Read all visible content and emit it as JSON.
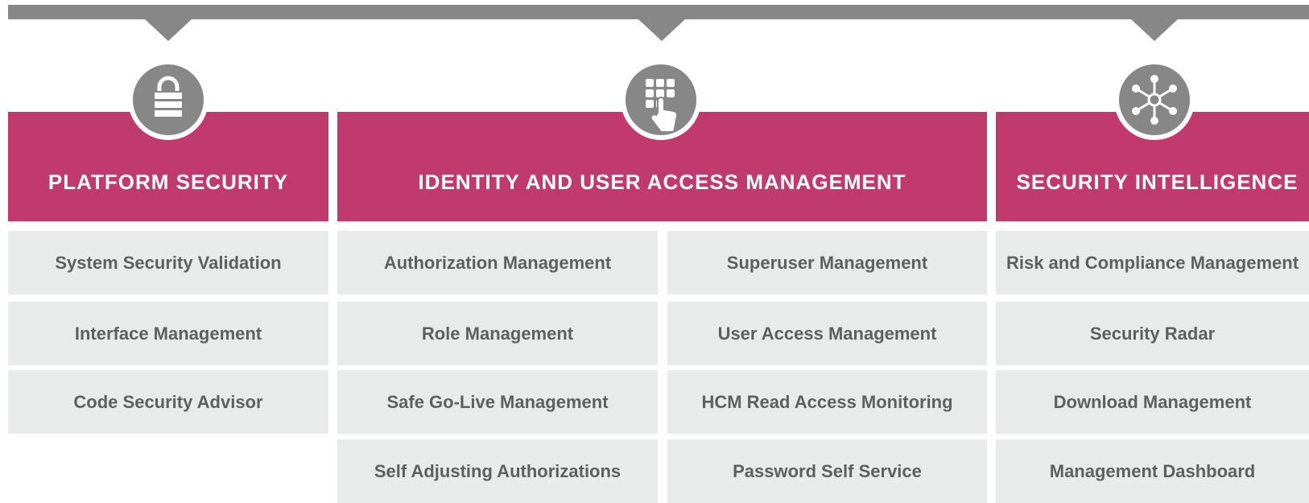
{
  "colors": {
    "accent": "#c13a6e",
    "connector_gray": "#878787",
    "cell_bg": "#e9eaea",
    "cell_text": "#5f5f5f"
  },
  "columns": [
    {
      "title": "PLATFORM SECURITY",
      "icon": "lock-icon",
      "items": [
        "System Security Validation",
        "Interface Management",
        "Code Security Advisor"
      ]
    },
    {
      "title": "IDENTITY AND USER ACCESS MANAGEMENT",
      "icon": "keypad-hand-icon",
      "items_left": [
        "Authorization Management",
        "Role Management",
        "Safe Go-Live Management",
        "Self Adjusting Authorizations"
      ],
      "items_right": [
        "Superuser Management",
        "User Access Management",
        "HCM Read Access Monitoring",
        "Password Self Service"
      ]
    },
    {
      "title": "SECURITY INTELLIGENCE",
      "icon": "network-hub-icon",
      "items": [
        "Risk and Compliance Management",
        "Security Radar",
        "Download Management",
        "Management Dashboard"
      ]
    }
  ]
}
